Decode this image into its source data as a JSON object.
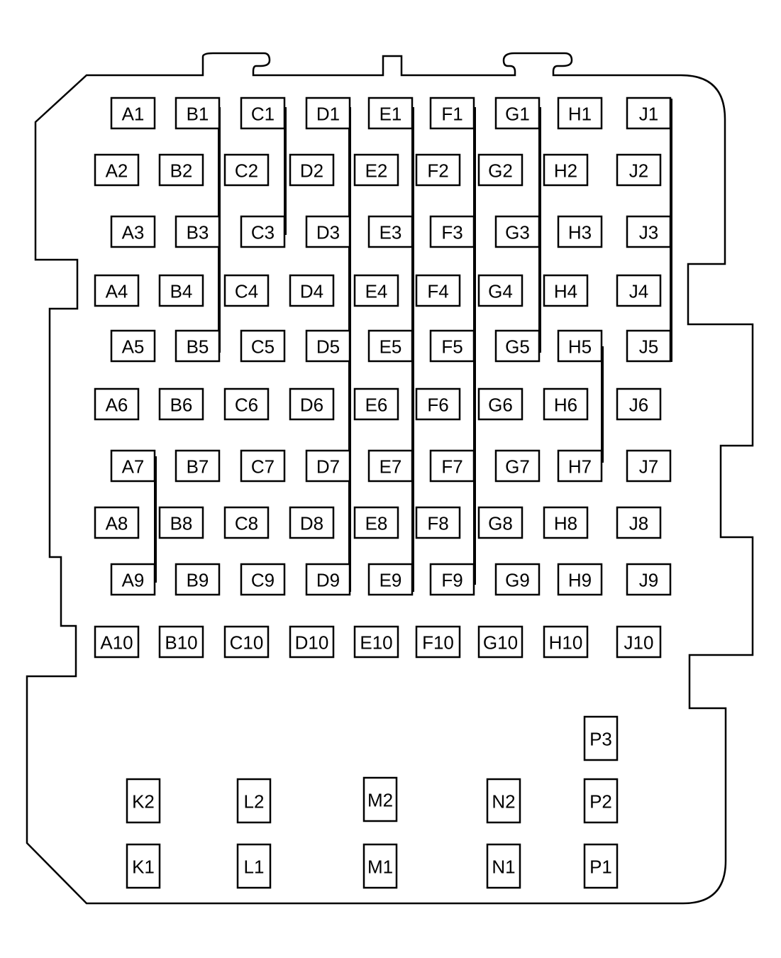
{
  "columns": [
    "A",
    "B",
    "C",
    "D",
    "E",
    "F",
    "G",
    "H",
    "J"
  ],
  "rows": [
    "1",
    "2",
    "3",
    "4",
    "5",
    "6",
    "7",
    "8",
    "9",
    "10"
  ],
  "lower_labels": [
    "P3",
    "K2",
    "L2",
    "M2",
    "N2",
    "P2",
    "K1",
    "L1",
    "M1",
    "N1",
    "P1"
  ],
  "colors": {
    "stroke": "#000000",
    "fill": "#ffffff"
  }
}
